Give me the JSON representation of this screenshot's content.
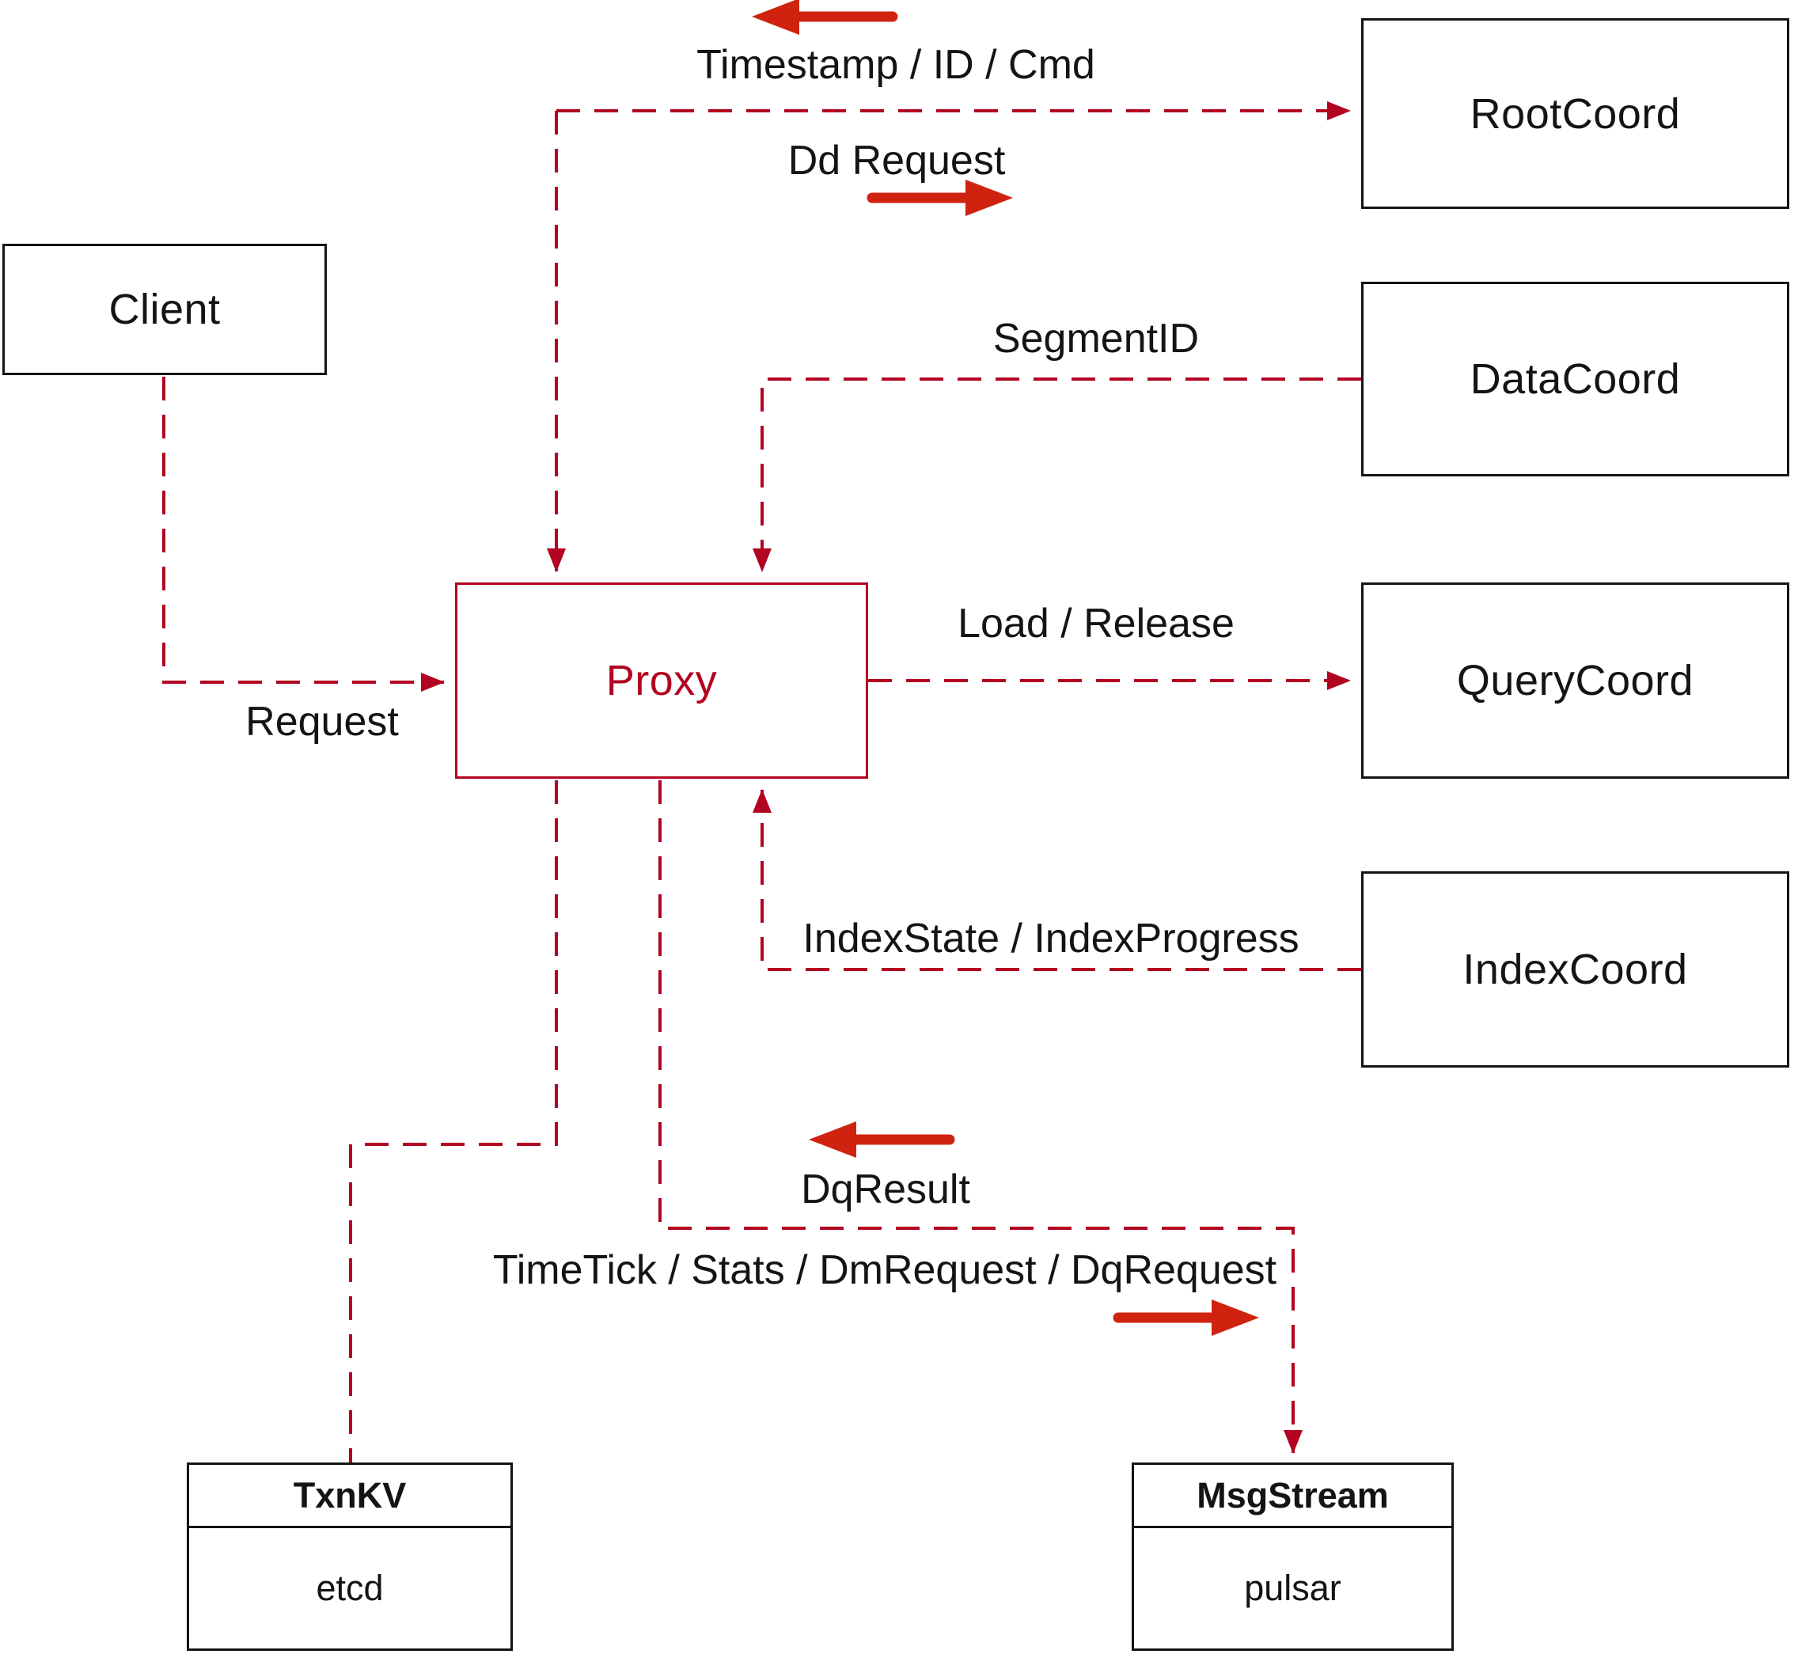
{
  "colors": {
    "line-red": "#b20321",
    "arrow-red": "#cf2310",
    "ink": "#141414",
    "bg": "#ffffff"
  },
  "boxes": {
    "client": {
      "label": "Client"
    },
    "proxy": {
      "label": "Proxy"
    },
    "root_coord": {
      "label": "RootCoord"
    },
    "data_coord": {
      "label": "DataCoord"
    },
    "query_coord": {
      "label": "QueryCoord"
    },
    "index_coord": {
      "label": "IndexCoord"
    },
    "txn_kv": {
      "title": "TxnKV",
      "subtitle": "etcd"
    },
    "msg_stream": {
      "title": "MsgStream",
      "subtitle": "pulsar"
    }
  },
  "edge_labels": {
    "timestamp_id_cmd": "Timestamp / ID / Cmd",
    "dd_request": "Dd Request",
    "segment_id": "SegmentID",
    "request": "Request",
    "load_release": "Load / Release",
    "index_state_progress": "IndexState / IndexProgress",
    "dq_result": "DqResult",
    "time_tick": "TimeTick / Stats / DmRequest / DqRequest"
  }
}
